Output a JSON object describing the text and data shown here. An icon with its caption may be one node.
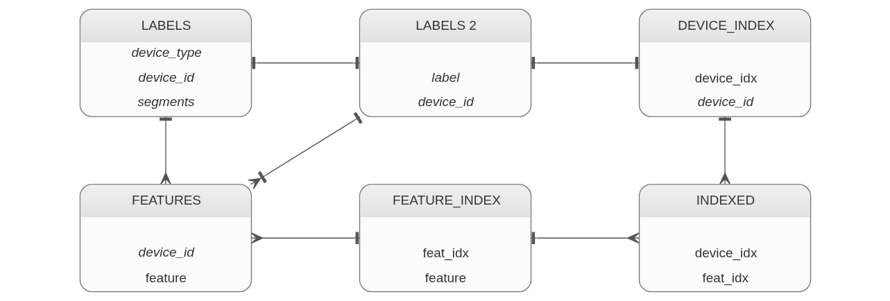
{
  "diagram": {
    "nodes": [
      {
        "text": [
          "LABELS",
          "device_type",
          "device_id",
          "segments"
        ]
      },
      {
        "text": [
          "LABELS 2",
          "label",
          "device_id"
        ]
      },
      {
        "text": [
          "DEVICE_INDEX",
          "device_idx",
          "device_id"
        ]
      },
      {
        "text": [
          "FEATURES",
          "device_id",
          "feature"
        ]
      },
      {
        "text": [
          "FEATURE_INDEX",
          "feat_idx",
          "feature"
        ]
      },
      {
        "text": [
          "INDEXED",
          "device_idx",
          "feat_idx"
        ]
      }
    ],
    "edges": [
      {
        "from": 0,
        "to": 3,
        "arrow": "other"
      },
      {
        "from": 0,
        "to": 1,
        "arrow": "other"
      },
      {
        "from": 3,
        "to": 1,
        "arrow": "other"
      },
      {
        "from": 1,
        "to": 2,
        "arrow": "other"
      },
      {
        "from": 2,
        "to": 5,
        "arrow": "other"
      },
      {
        "from": 3,
        "to": 4,
        "arrow": "other"
      },
      {
        "from": 4,
        "to": 5,
        "arrow": "other"
      }
    ]
  }
}
